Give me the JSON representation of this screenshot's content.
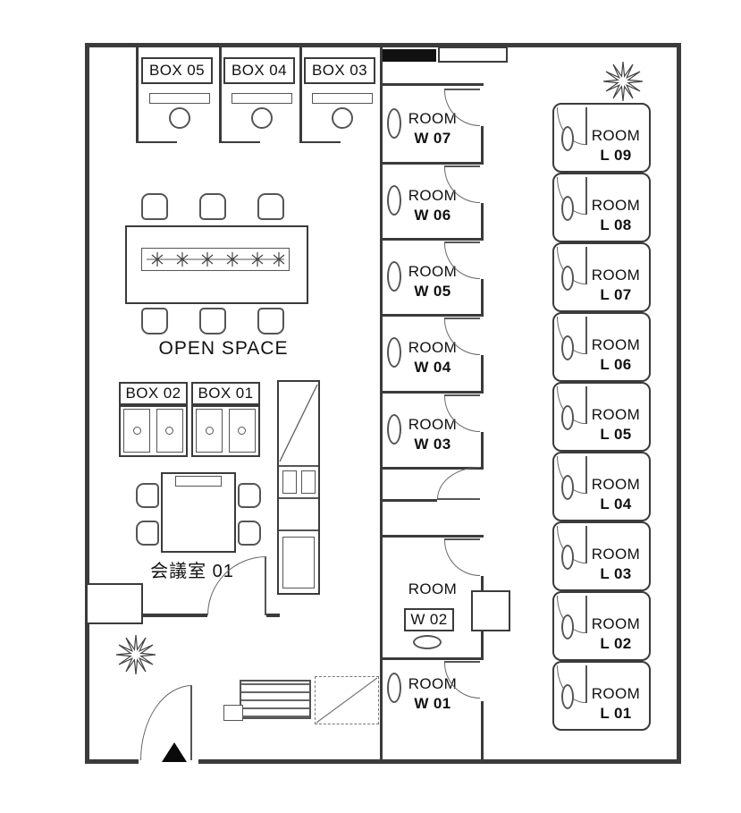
{
  "open_space": {
    "label": "OPEN SPACE"
  },
  "meeting_room": {
    "label": "会議室 01"
  },
  "box_booths": [
    {
      "label": "BOX 05"
    },
    {
      "label": "BOX 04"
    },
    {
      "label": "BOX 03"
    },
    {
      "label": "BOX 02"
    },
    {
      "label": "BOX 01"
    }
  ],
  "w_rooms": [
    {
      "name": "ROOM",
      "code": "W 07"
    },
    {
      "name": "ROOM",
      "code": "W 06"
    },
    {
      "name": "ROOM",
      "code": "W 05"
    },
    {
      "name": "ROOM",
      "code": "W 04"
    },
    {
      "name": "ROOM",
      "code": "W 03"
    },
    {
      "name": "ROOM",
      "code": "W 02"
    },
    {
      "name": "ROOM",
      "code": "W 01"
    }
  ],
  "l_rooms": [
    {
      "name": "ROOM",
      "code": "L 09"
    },
    {
      "name": "ROOM",
      "code": "L 08"
    },
    {
      "name": "ROOM",
      "code": "L 07"
    },
    {
      "name": "ROOM",
      "code": "L 06"
    },
    {
      "name": "ROOM",
      "code": "L 05"
    },
    {
      "name": "ROOM",
      "code": "L 04"
    },
    {
      "name": "ROOM",
      "code": "L 03"
    },
    {
      "name": "ROOM",
      "code": "L 02"
    },
    {
      "name": "ROOM",
      "code": "L 01"
    }
  ]
}
